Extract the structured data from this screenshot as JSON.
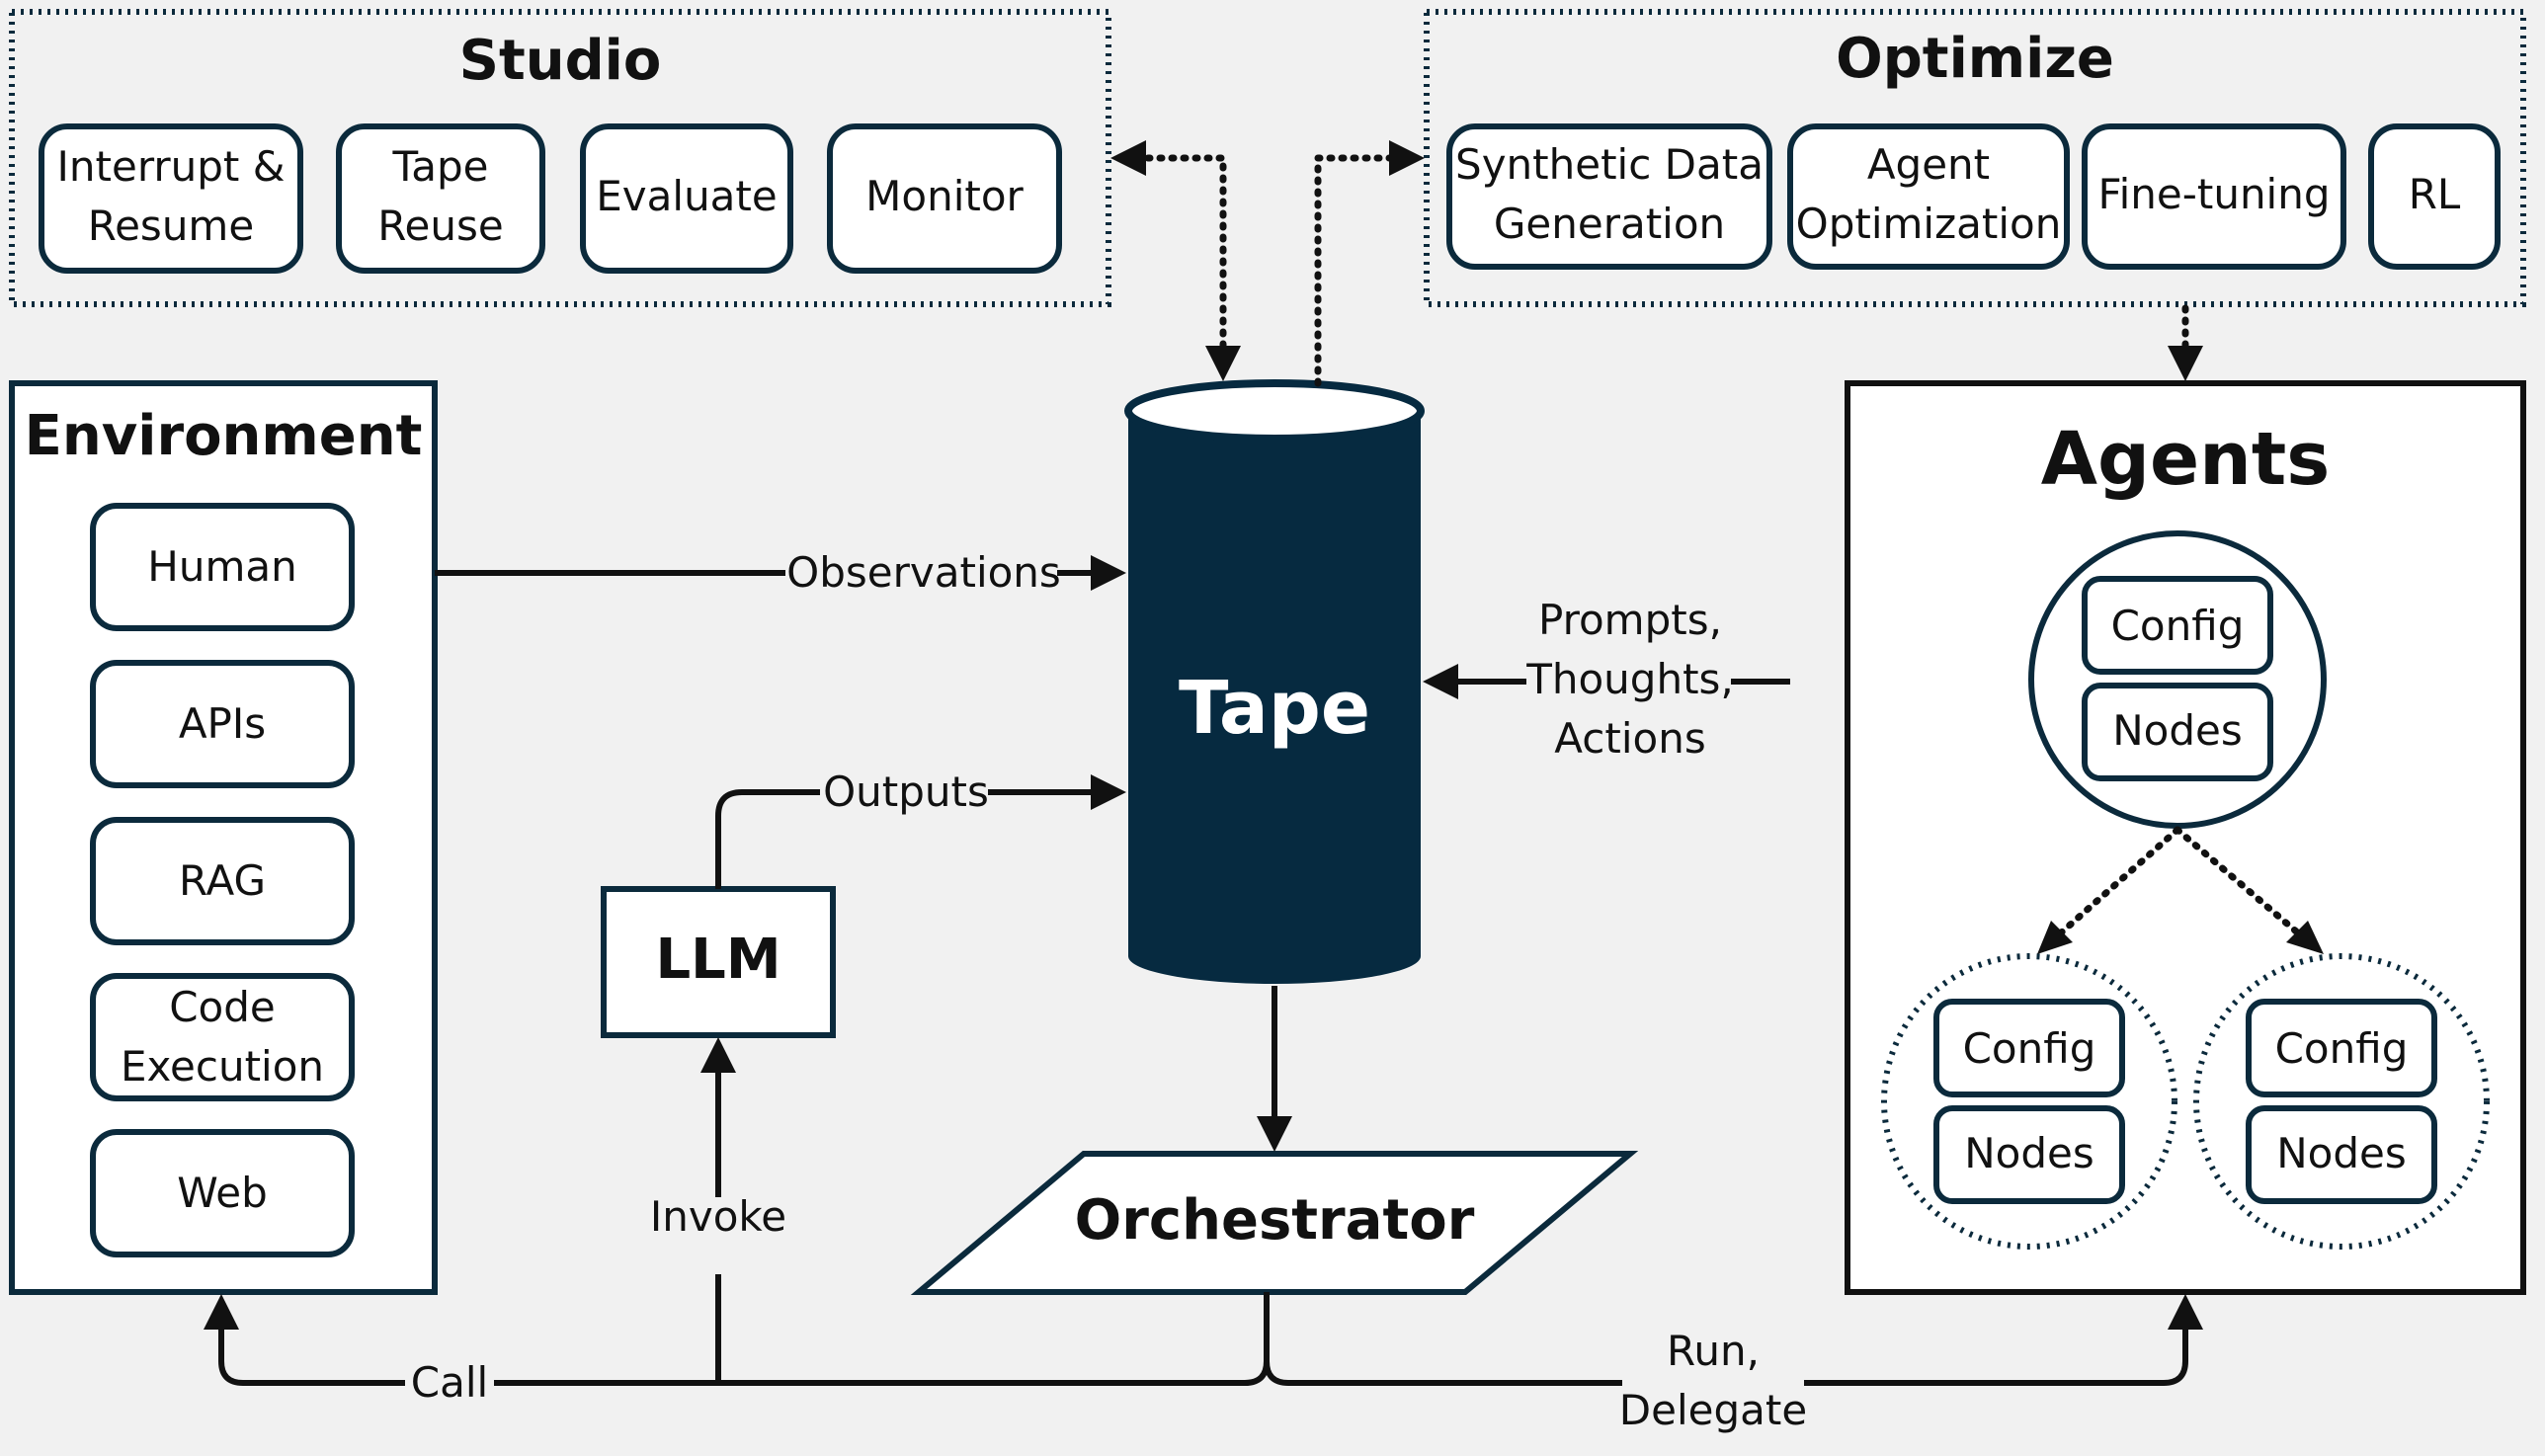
{
  "studio": {
    "title": "Studio",
    "items": [
      {
        "line1": "Interrupt &",
        "line2": "Resume"
      },
      {
        "line1": "Tape",
        "line2": "Reuse"
      },
      {
        "line1": "Evaluate",
        "line2": ""
      },
      {
        "line1": "Monitor",
        "line2": ""
      }
    ]
  },
  "optimize": {
    "title": "Optimize",
    "items": [
      {
        "line1": "Synthetic Data",
        "line2": "Generation"
      },
      {
        "line1": "Agent",
        "line2": "Optimization"
      },
      {
        "line1": "Fine-tuning",
        "line2": ""
      },
      {
        "line1": "RL",
        "line2": ""
      }
    ]
  },
  "environment": {
    "title": "Environment",
    "items": [
      {
        "line1": "Human",
        "line2": ""
      },
      {
        "line1": "APIs",
        "line2": ""
      },
      {
        "line1": "RAG",
        "line2": ""
      },
      {
        "line1": "Code",
        "line2": "Execution"
      },
      {
        "line1": "Web",
        "line2": ""
      }
    ]
  },
  "tape": {
    "label": "Tape"
  },
  "llm": {
    "label": "LLM"
  },
  "orchestrator": {
    "label": "Orchestrator"
  },
  "agents": {
    "title": "Agents",
    "main": {
      "config": "Config",
      "nodes": "Nodes"
    },
    "left": {
      "config": "Config",
      "nodes": "Nodes"
    },
    "right": {
      "config": "Config",
      "nodes": "Nodes"
    }
  },
  "edges": {
    "observations": "Observations",
    "outputs": "Outputs",
    "prompts": [
      "Prompts,",
      "Thoughts,",
      "Actions"
    ],
    "invoke": "Invoke",
    "call": "Call",
    "run": [
      "Run,",
      "Delegate"
    ]
  },
  "colors": {
    "navy": "#062a40",
    "border": "#0b2a3c",
    "background": "#f1f1f1"
  }
}
